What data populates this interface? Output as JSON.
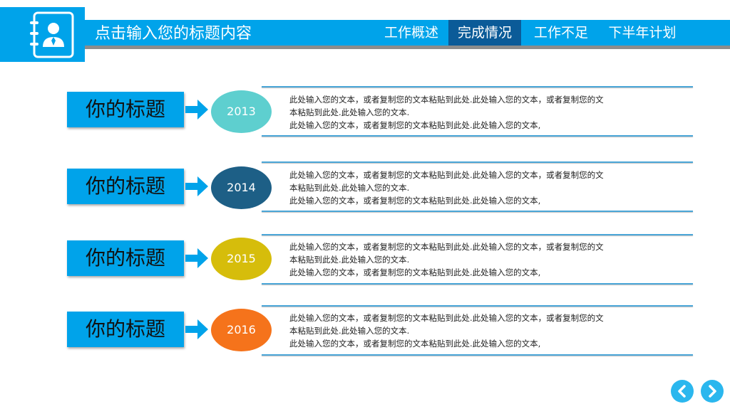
{
  "header": {
    "title": "点击输入您的标题内容",
    "nav": [
      "工作概述",
      "完成情况",
      "工作不足",
      "下半年计划"
    ],
    "active_index": 1
  },
  "rows": [
    {
      "title": "你的标题",
      "year": "2013",
      "color": "#5ecfcf",
      "lines": [
        "此处输入您的文本，或者复制您的文本粘贴到此处.此处输入您的文本，或者复制您的文",
        "本粘贴到此处.此处输入您的文本.",
        "此处输入您的文本，或者复制您的文本粘贴到此处.此处输入您的文本,"
      ]
    },
    {
      "title": "你的标题",
      "year": "2014",
      "color": "#1d5f86",
      "lines": [
        "此处输入您的文本，或者复制您的文本粘贴到此处.此处输入您的文本，或者复制您的文",
        "本粘贴到此处.此处输入您的文本.",
        "此处输入您的文本，或者复制您的文本粘贴到此处.此处输入您的文本,"
      ]
    },
    {
      "title": "你的标题",
      "year": "2015",
      "color": "#d6bd0b",
      "lines": [
        "此处输入您的文本，或者复制您的文本粘贴到此处.此处输入您的文本，或者复制您的文",
        "本粘贴到此处.此处输入您的文本.",
        "此处输入您的文本，或者复制您的文本粘贴到此处.此处输入您的文本,"
      ]
    },
    {
      "title": "你的标题",
      "year": "2016",
      "color": "#f5731b",
      "lines": [
        "此处输入您的文本，或者复制您的文本粘贴到此处.此处输入您的文本，或者复制您的文",
        "本粘贴到此处.此处输入您的文本.",
        "此处输入您的文本，或者复制您的文本粘贴到此处.此处输入您的文本,"
      ]
    }
  ],
  "colors": {
    "accent": "#00a3ea",
    "nav_active": "#0b5b98",
    "header_line": "#8c8c8c"
  },
  "icons": {
    "logo": "contact-book-icon",
    "prev": "chevron-left-icon",
    "next": "chevron-right-icon"
  }
}
